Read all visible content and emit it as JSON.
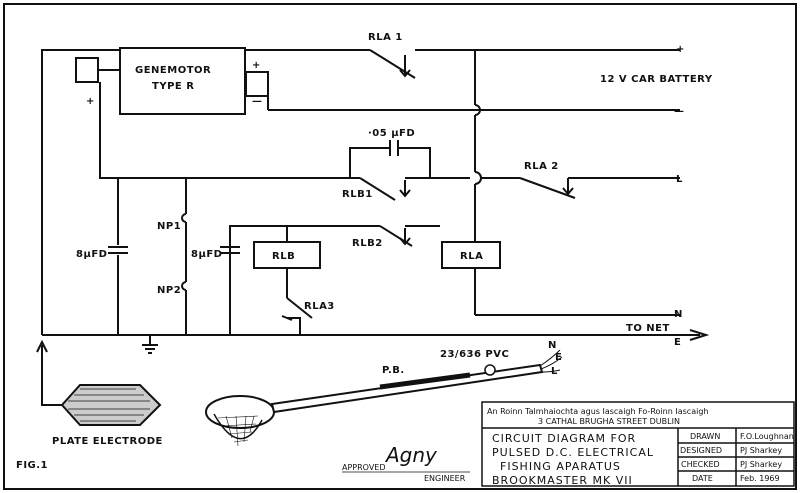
{
  "components": {
    "genemotor_line1": "GENEMOTOR",
    "genemotor_line2": "TYPE R",
    "rla1": "RLA 1",
    "rla2": "RLA 2",
    "rla3": "RLA3",
    "rlb1": "RLB1",
    "rlb2": "RLB2",
    "rlb": "RLB",
    "rla": "RLA",
    "cap_small": "·05 µFD",
    "cap_left": "8µFD",
    "cap_mid": "8µFD",
    "np1": "NP1",
    "np2": "NP2",
    "battery": "12 V CAR BATTERY",
    "to_net": "TO NET",
    "cable": "23/636 PVC",
    "pb": "P.B.",
    "plate_electrode": "PLATE ELECTRODE",
    "fig": "FIG.1"
  },
  "terminals": {
    "plus_top": "+",
    "minus": "—",
    "L": "L",
    "N": "N",
    "E": "E",
    "gm_minus": "—",
    "gm_plus_left": "+",
    "gm_plus_right": "+",
    "gm_minus_right": "—",
    "probe_N": "N",
    "probe_E": "E",
    "probe_L": "L"
  },
  "approval": {
    "approved": "APPROVED",
    "signature": "Agny",
    "engineer": "ENGINEER"
  },
  "title_block": {
    "org_line1": "An Roinn Talmhaiochta agus Iascaigh Fo-Roinn Iascaigh",
    "org_line2": "3 CATHAL BRUGHA STREET DUBLIN",
    "title_1": "CIRCUIT DIAGRAM FOR",
    "title_2": "PULSED D.C. ELECTRICAL",
    "title_3": "FISHING APARATUS",
    "title_4": "BROOKMASTER MK VII",
    "rows": [
      {
        "label": "DRAWN",
        "value": "F.O.Loughnan"
      },
      {
        "label": "DESIGNED",
        "value": "PJ Sharkey"
      },
      {
        "label": "CHECKED",
        "value": "PJ Sharkey"
      },
      {
        "label": "DATE",
        "value": "Feb. 1969"
      }
    ]
  }
}
